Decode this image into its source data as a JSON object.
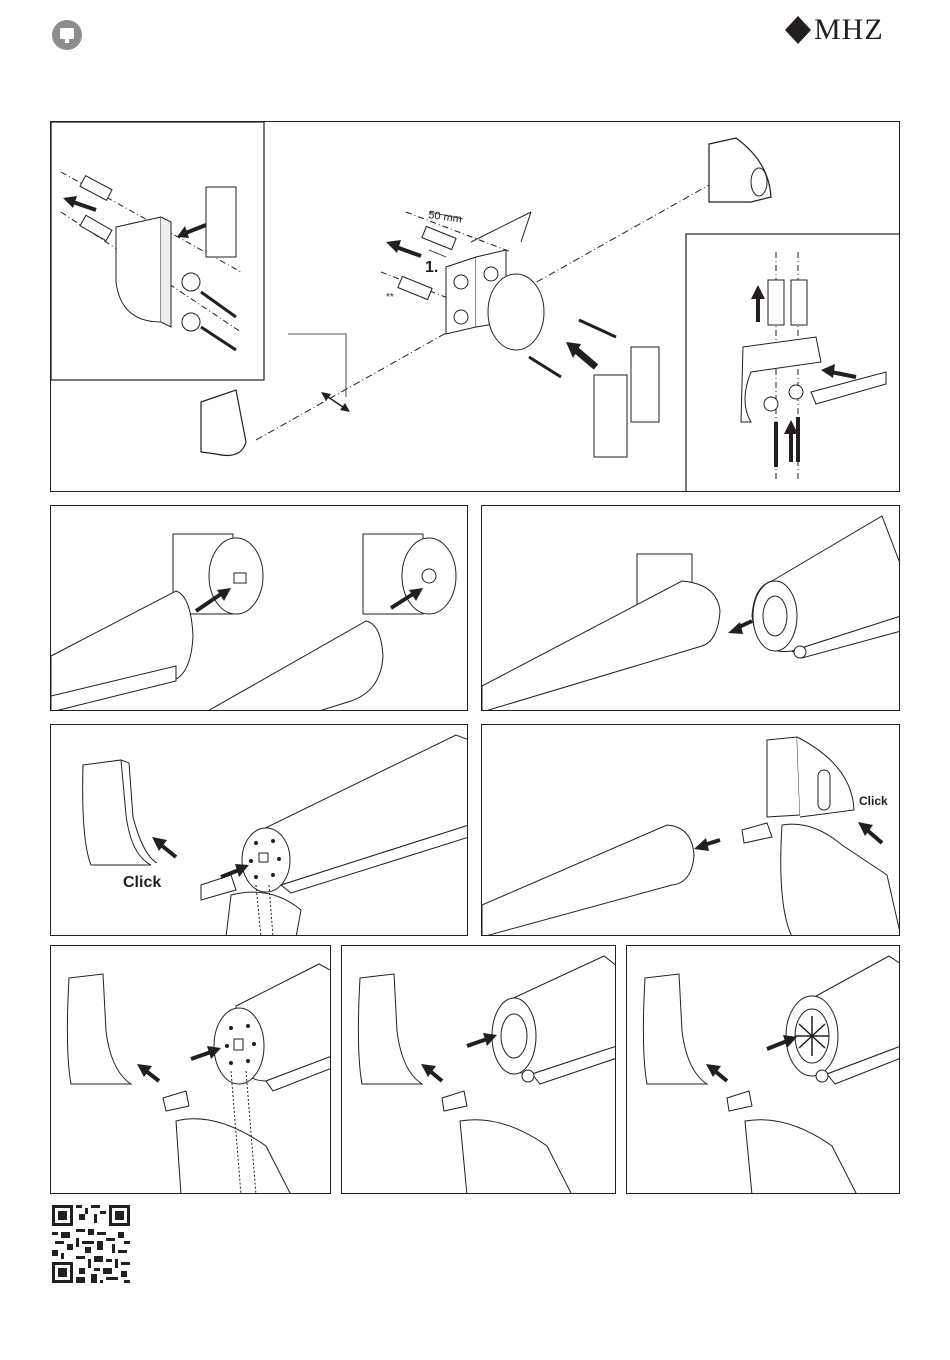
{
  "header": {
    "brand": "MHZ",
    "brand_icon": "diamond-icon",
    "badge_icon": "speech-bubble-icon"
  },
  "steps": {
    "overview": {
      "dimension": "50 mm",
      "step_number": "1.",
      "footnote_mark": "**"
    },
    "step_click_left": {
      "label": "Click"
    },
    "step_click_right": {
      "label": "Click"
    }
  },
  "footer": {
    "qr_icon": "qr-code-icon"
  },
  "colors": {
    "ink": "#231f20",
    "badge": "#8d8d8d",
    "paper": "#ffffff"
  }
}
